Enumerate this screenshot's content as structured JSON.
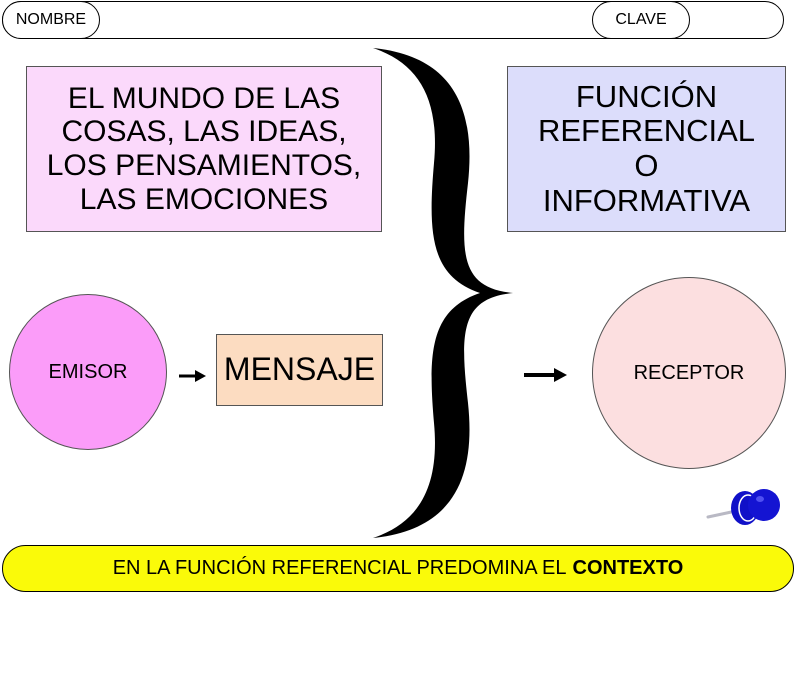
{
  "header": {
    "nombre_label": "NOMBRE",
    "clave_label": "CLAVE"
  },
  "diagram": {
    "context_box": "EL MUNDO DE LAS\nCOSAS, LAS IDEAS,\nLOS PENSAMIENTOS,\nLAS EMOCIONES",
    "function_box": "FUNCIÓN\nREFERENCIAL\nO\nINFORMATIVA",
    "emisor": "EMISOR",
    "mensaje": "MENSAJE",
    "receptor": "RECEPTOR"
  },
  "banner": {
    "text": "EN LA FUNCIÓN REFERENCIAL PREDOMINA EL",
    "emphasis": "CONTEXTO"
  },
  "icons": {
    "pushpin": "pushpin-icon",
    "arrow": "right-arrow-icon",
    "brace": "right-curly-brace-icon"
  },
  "colors": {
    "context_box": "#fbd9fb",
    "function_box": "#dcddfb",
    "mensaje_box": "#fcdcc1",
    "emisor": "#fb9cf9",
    "receptor": "#fcdfe0",
    "banner": "#fafa09",
    "pushpin": "#1414d2"
  }
}
